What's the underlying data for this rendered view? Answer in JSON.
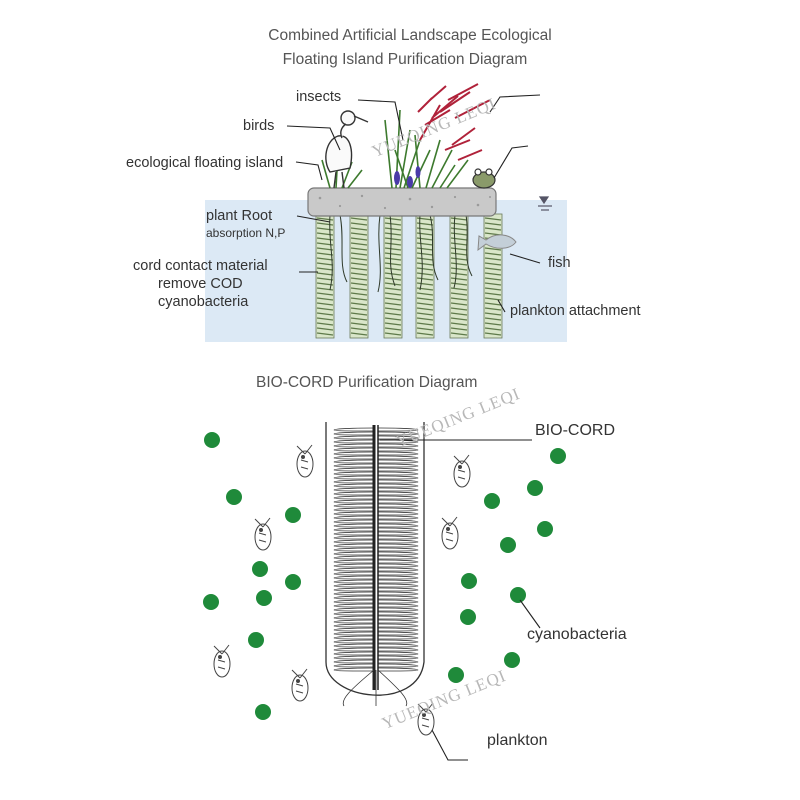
{
  "titles": {
    "top_line1": "Combined Artificial Landscape Ecological",
    "top_line2": "Floating Island Purification Diagram",
    "bottom": "BIO-CORD Purification Diagram"
  },
  "labels": {
    "insects": "insects",
    "birds": "birds",
    "ecological_floating_island": "ecological floating island",
    "plant_root": "plant Root",
    "absorption": "absorption N,P",
    "cord_contact_material": "cord contact material",
    "remove_cod": "remove COD",
    "cyanobacteria_top": "cyanobacteria",
    "fish": "fish",
    "plankton_attachment": "plankton attachment",
    "bio_cord": "BIO-CORD",
    "cyanobacteria_bottom": "cyanobacteria",
    "plankton": "plankton"
  },
  "watermark": "YUEQING LEQI",
  "colors": {
    "water": "#dce9f5",
    "island": "#c9c9c9",
    "cord_fill": "#d9e6c9",
    "cord_stripe": "#5e7a4a",
    "green_dot": "#1f8a3a",
    "grass": "#3d7a2e",
    "reed_flower": "#b0223a",
    "iris": "#4a3aa8"
  }
}
